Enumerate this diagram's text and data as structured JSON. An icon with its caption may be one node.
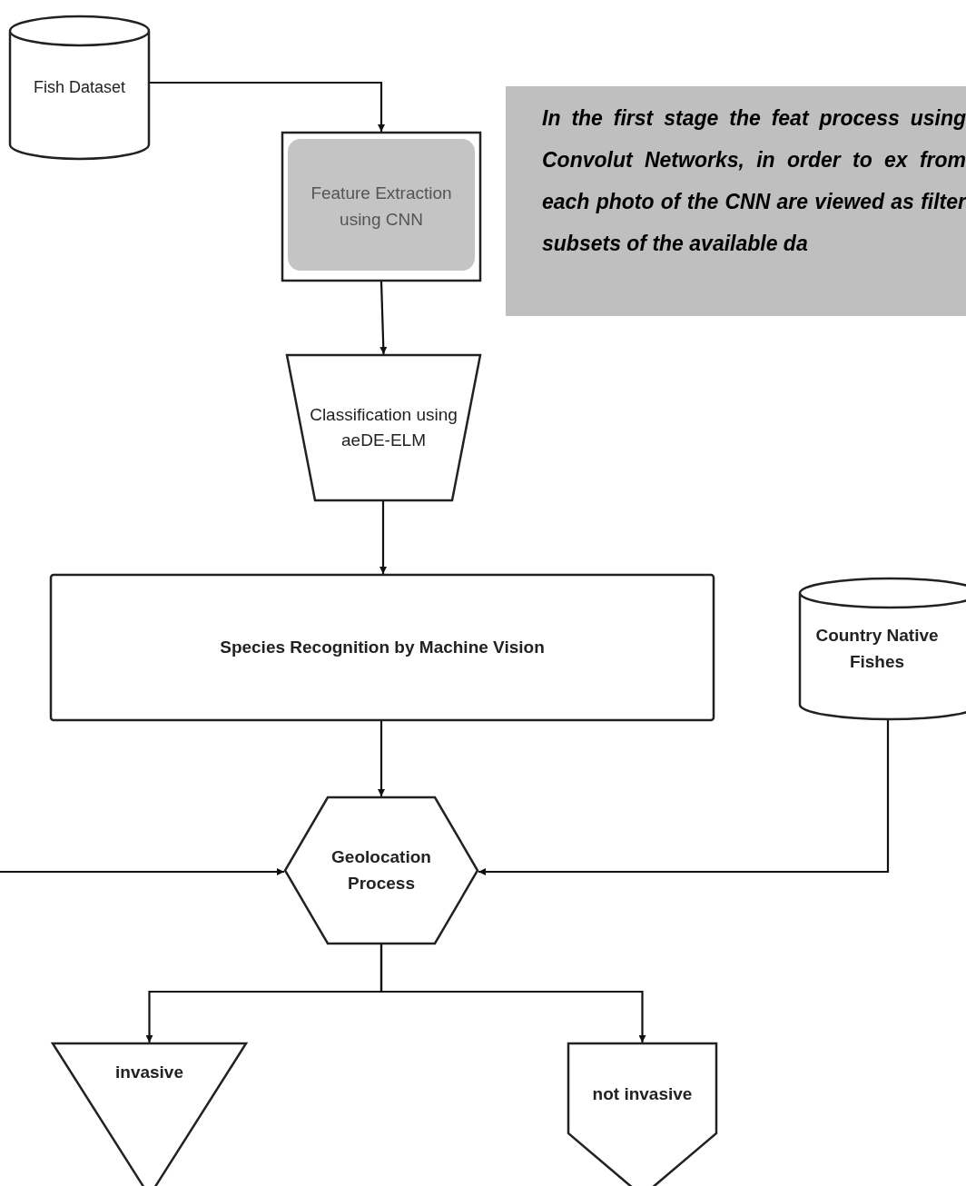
{
  "diagram": {
    "nodes": [
      {
        "text": [
          "Fish Dataset"
        ]
      },
      {
        "text": [
          "Feature Extraction using CNN"
        ]
      },
      {
        "text": [
          "Classification using aeDE-ELM"
        ]
      },
      {
        "text": [
          "Species Recognition by Machine Vision"
        ]
      },
      {
        "text": [
          "Country Native Fishes"
        ]
      },
      {
        "text": [
          "Geolocation Process"
        ]
      },
      {
        "text": [
          "invasive"
        ]
      },
      {
        "text": [
          "not invasive"
        ]
      },
      {
        "text": [
          "In the first stage the feat process using Convolut Networks, in order to ex from each photo of the CNN are viewed as filter subsets of the available da"
        ]
      }
    ],
    "edges": [
      {
        "from": 0,
        "to": 1,
        "arrow": "to"
      },
      {
        "from": 1,
        "to": 2,
        "arrow": "to"
      },
      {
        "from": 2,
        "to": 3,
        "arrow": "to"
      },
      {
        "from": 3,
        "to": 5,
        "arrow": "to"
      },
      {
        "from": 4,
        "to": 5,
        "arrow": "to"
      },
      {
        "from": null,
        "to": 5,
        "arrow": "to"
      },
      {
        "from": 5,
        "to": 6,
        "arrow": "to"
      },
      {
        "from": 5,
        "to": 7,
        "arrow": "to"
      }
    ]
  }
}
